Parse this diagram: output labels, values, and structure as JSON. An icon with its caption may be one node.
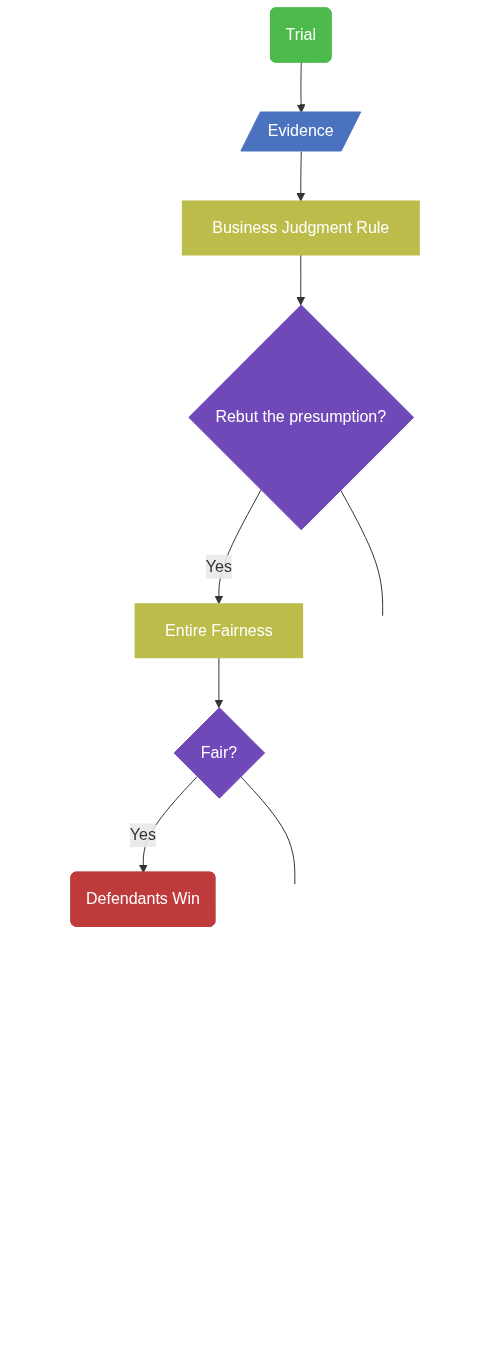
{
  "diagram": {
    "nodes": [
      {
        "text": [
          "Trial"
        ]
      },
      {
        "text": [
          "Evidence"
        ]
      },
      {
        "text": [
          "Business Judgment Rule"
        ]
      },
      {
        "text": [
          "Rebut the presumption?"
        ]
      },
      {
        "text": [
          "Entire Fairness"
        ]
      },
      {
        "text": [
          "Fair?"
        ]
      },
      {
        "text": [
          "Defendants Win"
        ]
      }
    ],
    "edges": [
      {
        "from": 0,
        "to": 1,
        "arrow": "to"
      },
      {
        "from": 1,
        "to": 2,
        "arrow": "to"
      },
      {
        "from": 2,
        "to": 3,
        "arrow": "to"
      },
      {
        "from": 3,
        "to": 4,
        "arrow": "to",
        "label": "Yes"
      },
      {
        "from": 4,
        "to": 5,
        "arrow": "to"
      },
      {
        "from": 5,
        "to": 6,
        "arrow": "to",
        "label": "Yes"
      },
      {
        "from": 3,
        "to": null,
        "arrow": "none"
      },
      {
        "from": 5,
        "to": null,
        "arrow": "none"
      }
    ]
  }
}
